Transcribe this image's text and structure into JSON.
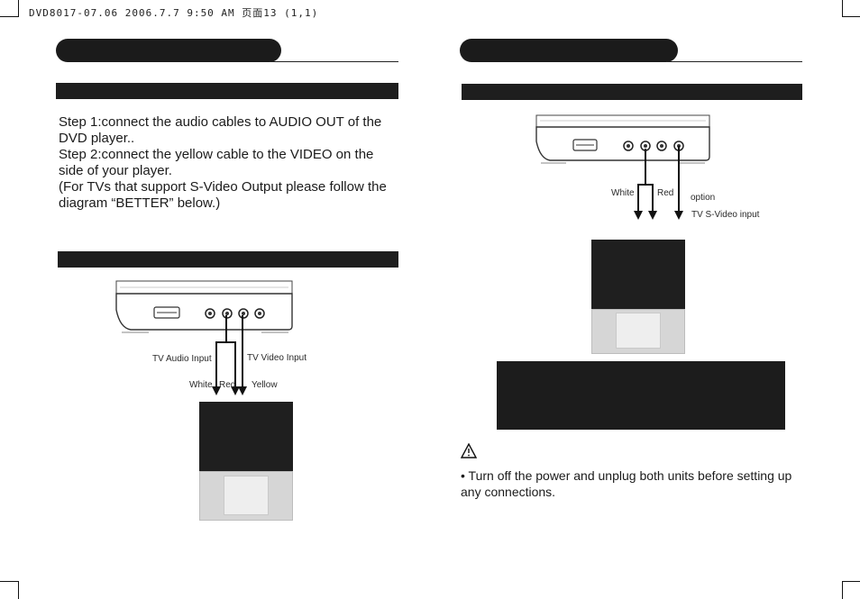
{
  "header": {
    "print_line": "DVD8017-07.06  2006.7.7 9:50 AM 页面13 (1,1)"
  },
  "left_page": {
    "instructions": "Step 1:connect the audio cables to AUDIO OUT of the\nDVD player..\nStep 2:connect the yellow  cable  to the VIDEO on the\nside of your player.\n(For TVs that support S-Video Output please follow the\ndiagram “BETTER” below.)",
    "diagram": {
      "tv_audio_input": "TV Audio Input",
      "tv_video_input": "TV Video Input",
      "white": "White",
      "red": "Red",
      "yellow": "Yellow"
    }
  },
  "right_page": {
    "diagram": {
      "white": "White",
      "red": "Red",
      "option": "option",
      "tv_svideo_input": "TV S-Video input"
    },
    "warning_icon": "warning-triangle-icon",
    "warning_text": "• Turn off the power and unplug both units before setting up\nany connections."
  },
  "colors": {
    "dark": "#1b1b1b",
    "screen": "#1f1f1f",
    "base": "#d6d6d6"
  }
}
